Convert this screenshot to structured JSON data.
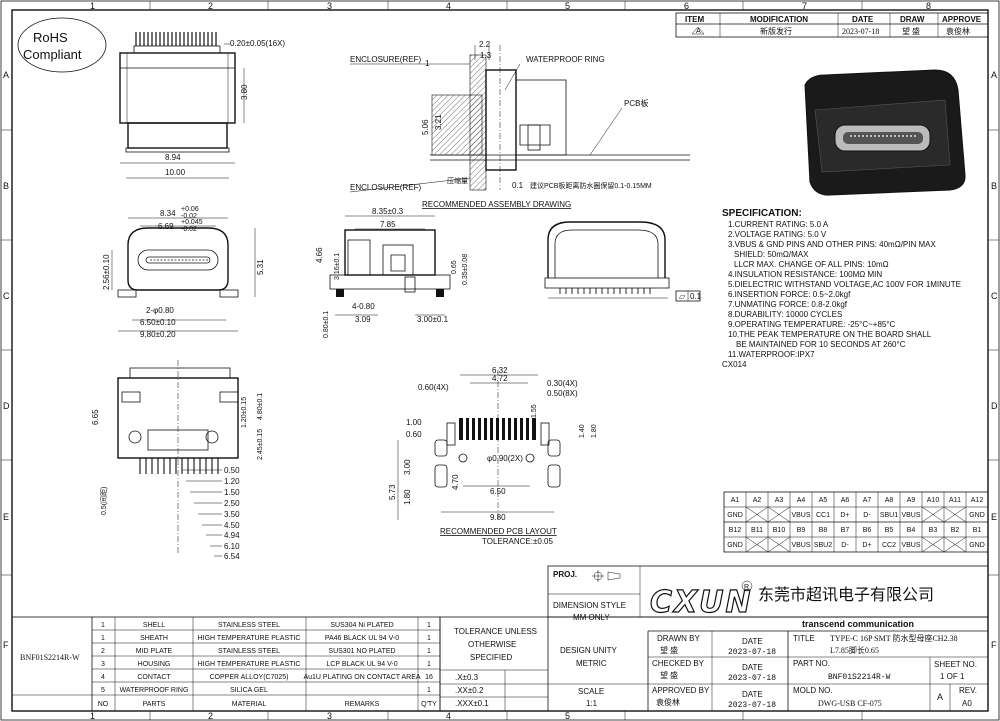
{
  "sheet": {
    "col_numbers": [
      "1",
      "2",
      "3",
      "4",
      "5",
      "6",
      "7",
      "8"
    ],
    "row_letters": [
      "A",
      "B",
      "C",
      "D",
      "E",
      "F"
    ]
  },
  "rohs": {
    "line1": "RoHS",
    "line2": "Compliant"
  },
  "revision_table": {
    "headers": [
      "ITEM",
      "MODIFICATION",
      "DATE",
      "DRAW",
      "APPROVE"
    ],
    "row": {
      "item": "A",
      "modification": "新版发行",
      "date": "2023-07-18",
      "draw": "望 盛",
      "approve": "袁俊林"
    }
  },
  "top_view": {
    "dims": [
      "0.20±0.05(16X)",
      "3.80",
      "8.94",
      "10.00"
    ]
  },
  "side_section": {
    "labels": [
      "ENCLOSURE(REF)",
      "WATERPROOF RING",
      "ENCLOSURE(REF)",
      "PCB板",
      "压缩量"
    ],
    "dims": [
      "2.2",
      "1.3",
      "1",
      "3.21",
      "5.06",
      "0.1"
    ],
    "note": "建议PCB板距离防水圈保留0.1-0.15MM"
  },
  "front_view": {
    "dims": [
      "8.34",
      "+0.06",
      "-0.02",
      "6.69",
      "+0.045",
      "-0.02",
      "2.56±0.10",
      "5.31",
      "2-φ0.80",
      "6.50±0.10",
      "9.80±0.20"
    ]
  },
  "assembly": {
    "title": "RECOMMENDED ASSEMBLY DRAWING",
    "dims": [
      "8.35±0.3",
      "7.85",
      "4.66",
      "3.16±0.1",
      "0.65",
      "0.35±0.08",
      "4-0.80",
      "3.09",
      "3.00±0.1",
      "0.80±0.1"
    ]
  },
  "flatness": {
    "symbol": "▱",
    "value": "0.1"
  },
  "specification": {
    "title": "SPECIFICATION:",
    "lines": [
      "1.CURRENT RATING: 5.0 A",
      "2.VOLTAGE RATING: 5.0 V",
      "3.VBUS & GND PINS AND OTHER PINS: 40mΩ/PIN MAX",
      "   SHIELD: 50mΩ/MAX",
      "   LLCR MAX. CHANGE OF ALL PINS: 10mΩ",
      "4.INSULATION RESISTANCE:  100MΩ MIN",
      "5.DIELECTRIC WITHSTAND VOLTAGE,AC 100V FOR 1MINUTE",
      "6.INSERTION FORCE: 0.5~2.0kgf",
      "7.UNMATING FORCE: 0.8-2.0kgf",
      "8.DURABILITY: 10000 CYCLES",
      "9.OPERATING TEMPERATURE: -25°C~+85°C",
      "10.THE PEAK TEMPERATURE ON THE BOARD SHALL",
      "     BE MAINTAINED FOR 10 SECONDS AT 260°C",
      "11.WATERPROOF:IPX7",
      "CX014"
    ]
  },
  "bottom_view": {
    "dims": [
      "6.65",
      "1.20±0.15",
      "4.80±0.1",
      "2.45±0.15",
      "0.50",
      "1.20",
      "1.50",
      "2.50",
      "3.50",
      "4.50",
      "4.94",
      "6.10",
      "6.54",
      "0.5(间距)"
    ]
  },
  "pcb_layout": {
    "title": "RECOMMENDED PCB LAYOUT",
    "tolerance": "TOLERANCE:±0.05",
    "dims": [
      "6.32",
      "4.72",
      "0.60(4X)",
      "0.30(4X)",
      "0.50(8X)",
      "1.55",
      "1.00",
      "0.60",
      "1.40",
      "1.80",
      "5.73",
      "3.00",
      "1.80",
      "4.70",
      "φ0.90(2X)",
      "6.50",
      "9.80"
    ]
  },
  "pin_table": {
    "row1": [
      "A1",
      "A2",
      "A3",
      "A4",
      "A5",
      "A6",
      "A7",
      "A8",
      "A9",
      "A10",
      "A11",
      "A12"
    ],
    "row2": [
      "GND",
      "",
      "",
      "VBUS",
      "CC1",
      "D+",
      "D-",
      "SBU1",
      "VBUS",
      "",
      "",
      "GND"
    ],
    "row3": [
      "B12",
      "B11",
      "B10",
      "B9",
      "B8",
      "B7",
      "B6",
      "B5",
      "B4",
      "B3",
      "B2",
      "B1"
    ],
    "row4": [
      "GND",
      "",
      "",
      "VBUS",
      "SBU2",
      "D-",
      "D+",
      "CC2",
      "VBUS",
      "",
      "",
      "GND"
    ]
  },
  "bom": {
    "part_label": "BNF01S2214R-W",
    "rows": [
      {
        "no": "1",
        "part": "SHELL",
        "material": "STAINLESS STEEL",
        "remarks": "SUS304 Ni PLATED",
        "qty": "1"
      },
      {
        "no": "1",
        "part": "SHEATH",
        "material": "HIGH TEMPERATURE PLASTIC",
        "remarks": "PA46 BLACK UL 94 V-0",
        "qty": "1"
      },
      {
        "no": "2",
        "part": "MID PLATE",
        "material": "STAINLESS STEEL",
        "remarks": "SUS301 NO PLATED",
        "qty": "1"
      },
      {
        "no": "3",
        "part": "HOUSING",
        "material": "HIGH TEMPERATURE PLASTIC",
        "remarks": "LCP BLACK UL 94 V-0",
        "qty": "1"
      },
      {
        "no": "4",
        "part": "CONTACT",
        "material": "COPPER ALLOY(C7025)",
        "remarks": "Au1U PLATING ON CONTACT AREA",
        "qty": "16"
      },
      {
        "no": "5",
        "part": "WATERPROOF RING",
        "material": "SILICA GEL",
        "remarks": "",
        "qty": "1"
      }
    ],
    "header": {
      "no": "NO",
      "part": "PARTS",
      "material": "MATERIAL",
      "remarks": "REMARKS",
      "qty": "Q'TY"
    }
  },
  "title_block": {
    "proj": "PROJ.",
    "dimension_style": "DIMENSION STYLE",
    "mm_only": "MM ONLY",
    "tolerance_title": [
      "TOLERANCE UNLESS",
      "OTHERWISE",
      "SPECIFIED"
    ],
    "design_unity": "DESIGN UNITY",
    "metric": "METRIC",
    "tol_x3": ".X±0.3",
    "tol_xx2": ".XX±0.2",
    "tol_xxx1": ".XXX±0.1",
    "scale_label": "SCALE",
    "scale_value": "1:1",
    "logo": "CXUN",
    "company": "东莞市超讯电子有限公司",
    "company_en": "transcend communication",
    "drawn_by": "DRAWN BY",
    "drawn_name": "望 盛",
    "checked_by": "CHECKED BY",
    "checked_name": "望 盛",
    "approved_by": "APPROVED BY",
    "approved_name": "袁俊林",
    "date_label": "DATE",
    "date1": "2023-07-18",
    "date2": "2023-07-18",
    "date3": "2023-07-18",
    "title_label": "TITLE",
    "title_line1": "TYPE-C 16P SMT 防水型母座CH2.38",
    "title_line2": "L7.85脚长0.65",
    "part_no_label": "PART NO.",
    "part_no": "BNF01S2214R-W",
    "mold_no_label": "MOLD NO.",
    "mold_no": "DWG-USB CF-075",
    "sheet_label": "SHEET NO.",
    "sheet_value": "1 OF 1",
    "size_value": "A",
    "rev_label": "REV.",
    "rev_value": "A0"
  }
}
